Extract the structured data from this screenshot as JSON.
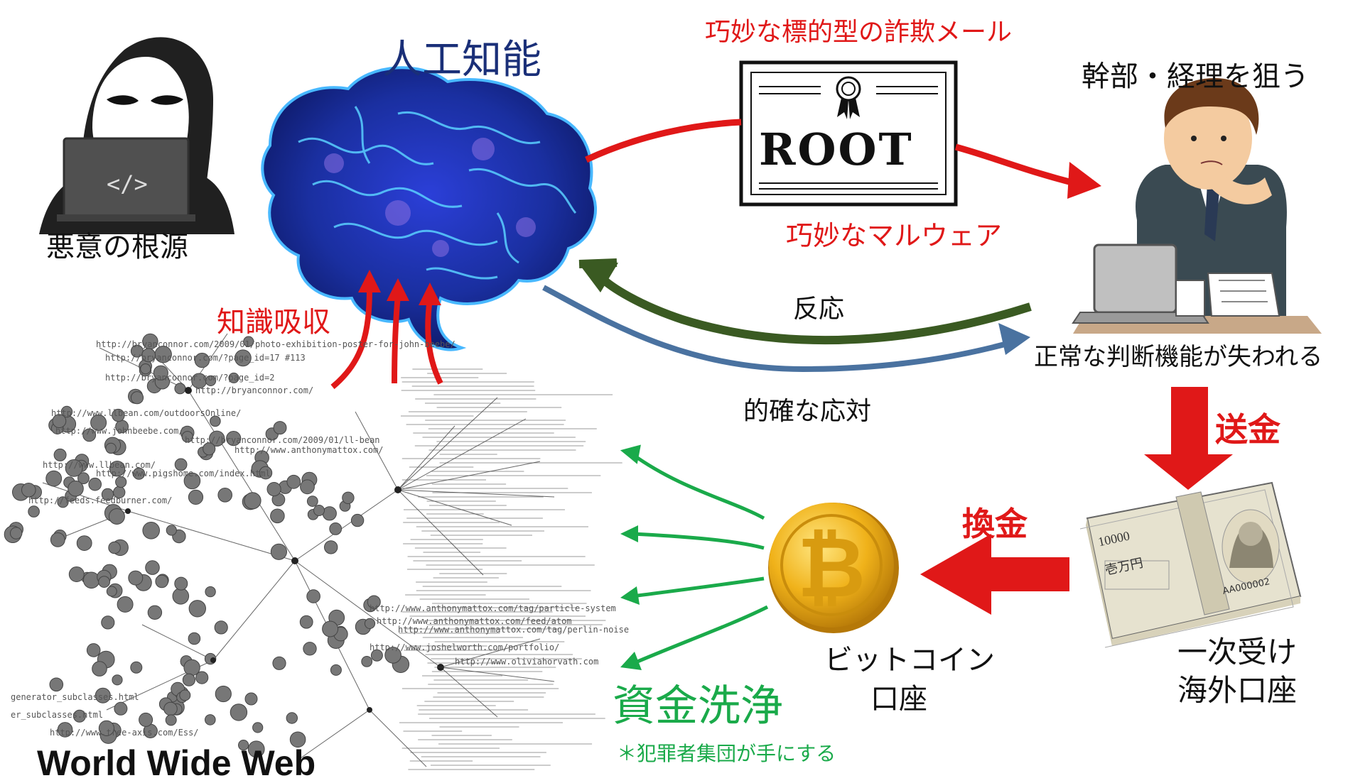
{
  "labels": {
    "hacker": "悪意の根源",
    "ai": "人工知能",
    "phish_email": "巧妙な標的型の詐欺メール",
    "root_cert": "ROOT",
    "malware": "巧妙なマルウェア",
    "target": "幹部・経理を狙う",
    "response": "反応",
    "judgment_lost": "正常な判断機能が失われる",
    "accurate_reply": "的確な応対",
    "knowledge": "知識吸収",
    "transfer": "送金",
    "cash_out": "換金",
    "primary_account_line1": "一次受け",
    "primary_account_line2": "海外口座",
    "bitcoin_line1": "ビットコイン",
    "bitcoin_line2": "口座",
    "laundering": "資金洗浄",
    "laundering_note": "＊犯罪者集団が手にする",
    "www": "World Wide Web",
    "laptop_code": "</>",
    "banknote_value": "10000",
    "banknote_serial": "AA000002",
    "banknote_yen": "壱万円"
  },
  "web_urls": [
    "http://bryanconnor.com/2009/01/photo-exhibition-poster-for-john-beebe/",
    "http://bryanconnor.com/?page_id=17 #113",
    "http://bryanconnor.com/?page_id=2",
    "http://bryanconnor.com/",
    "http://www.llbean.com/outdoorsOnline/",
    "http://www.johnbeebe.com/",
    "http://bryanconnor.com/2009/01/ll-bean",
    "http://www.anthonymattox.com/",
    "http://www.llbean.com/",
    "http://www.pigshome.com/index.html",
    "http://feeds.feedburner.com/",
    "http://www.anthonymattox.com/tag/particle-system",
    "http://www.anthonymattox.com/feed/atom",
    "http://www.anthonymattox.com/tag/perlin-noise",
    "http://www.joshelworth.com/portfolio/",
    "http://www.oliviahorvath.com",
    "generator_subclasses.html",
    "er_subclasses.html",
    "http://www.tree-axis.com/Ess/"
  ],
  "colors": {
    "red": "#e01818",
    "navy": "#1a2f78",
    "green": "#1aaa4a",
    "dark_green_arrow": "#3a5a22",
    "blue_arrow": "#4a72a0",
    "gold": "#e8a810"
  }
}
